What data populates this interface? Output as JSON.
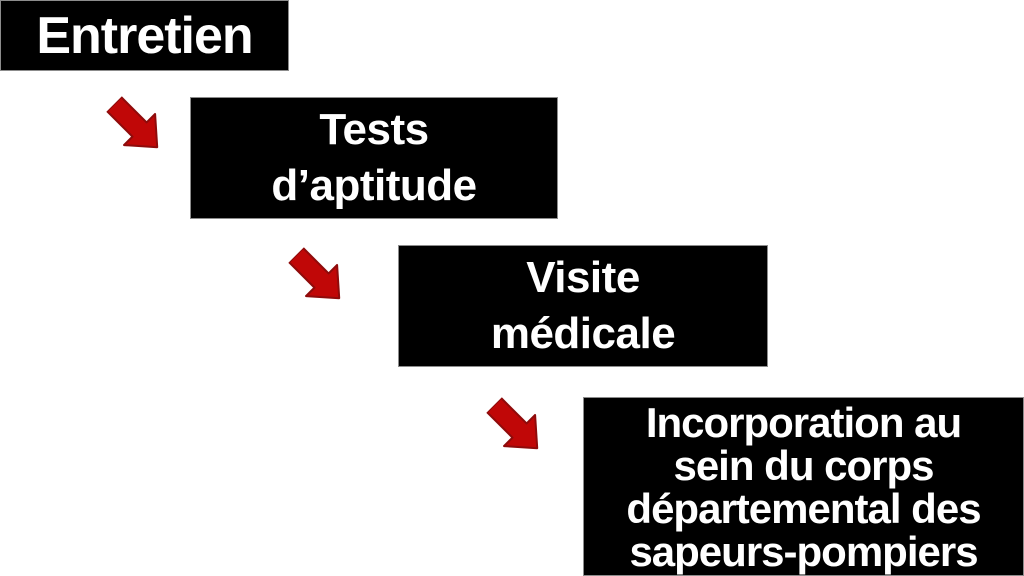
{
  "colors": {
    "page-bg": "#ffffff",
    "box-bg": "#000000",
    "box-border": "#8c8c8c",
    "box-text": "#ffffff",
    "arrow-fill": "#c00707",
    "arrow-stroke": "#8e0b0b"
  },
  "steps": [
    {
      "label": "Entretien",
      "lines": [
        "Entretien"
      ]
    },
    {
      "label": "Tests d’aptitude",
      "lines": [
        "Tests",
        "d’aptitude"
      ]
    },
    {
      "label": "Visite médicale",
      "lines": [
        "Visite",
        "médicale"
      ]
    },
    {
      "label": "Incorporation au sein du corps départemental des sapeurs-pompiers",
      "lines": [
        "Incorporation au",
        "sein du corps",
        "départemental des",
        "sapeurs-pompiers"
      ]
    }
  ],
  "arrows": [
    {
      "name": "arrow-step1-to-step2",
      "direction": "down-right"
    },
    {
      "name": "arrow-step2-to-step3",
      "direction": "down-right"
    },
    {
      "name": "arrow-step3-to-step4",
      "direction": "down-right"
    }
  ]
}
